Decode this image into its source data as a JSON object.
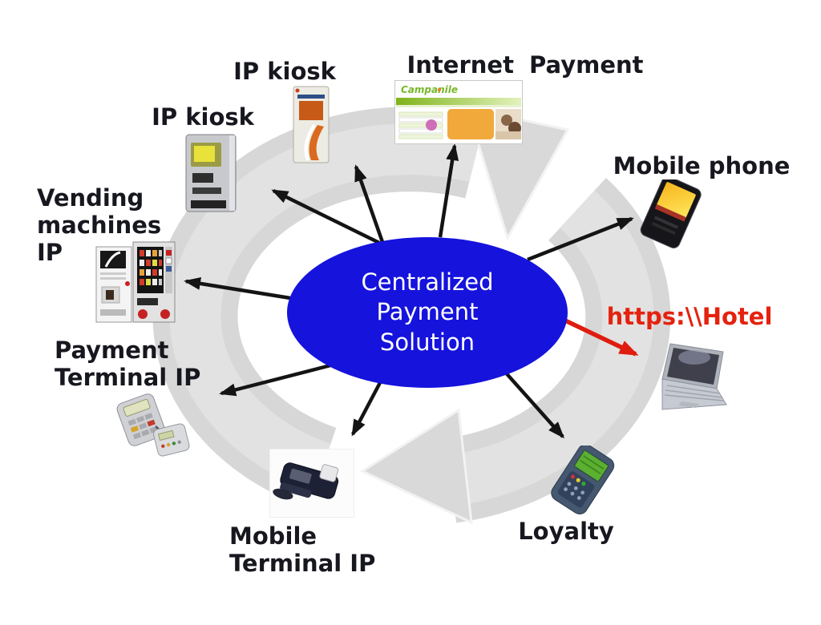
{
  "diagram": {
    "center_hub": {
      "text": "Centralized\nPayment\nSolution",
      "bg_color": "#1513dc",
      "text_color": "#ffffff"
    },
    "nodes": {
      "ip_kiosk_left": {
        "label": "IP kiosk",
        "image": "atm-kiosk"
      },
      "ip_kiosk_top": {
        "label": "IP kiosk",
        "image": "ticket-kiosk"
      },
      "internet_payment": {
        "label": "Internet Payment",
        "image": "website-screenshot",
        "website_brand": "Campanile"
      },
      "mobile_phone": {
        "label": "Mobile phone",
        "image": "mobile-phone"
      },
      "hotel_website": {
        "label": "https:\\\\Hotel",
        "image": "laptop",
        "label_color": "#e4220e"
      },
      "loyalty": {
        "label": "Loyalty",
        "image": "loyalty-terminal"
      },
      "mobile_terminal_ip": {
        "label": "Mobile\nTerminal IP",
        "image": "mobile-payment-terminal"
      },
      "payment_terminal_ip": {
        "label": "Payment\nTerminal IP",
        "image": "payment-terminal"
      },
      "vending_machines_ip": {
        "label": "Vending\nmachines\nIP",
        "image": "vending-machines"
      }
    },
    "colors": {
      "ring_gray": "#d7d7d7",
      "arrow_black": "#141414",
      "arrow_red": "#df1d0f",
      "label_dark": "#17171f",
      "hub_blue": "#1513dc"
    }
  }
}
